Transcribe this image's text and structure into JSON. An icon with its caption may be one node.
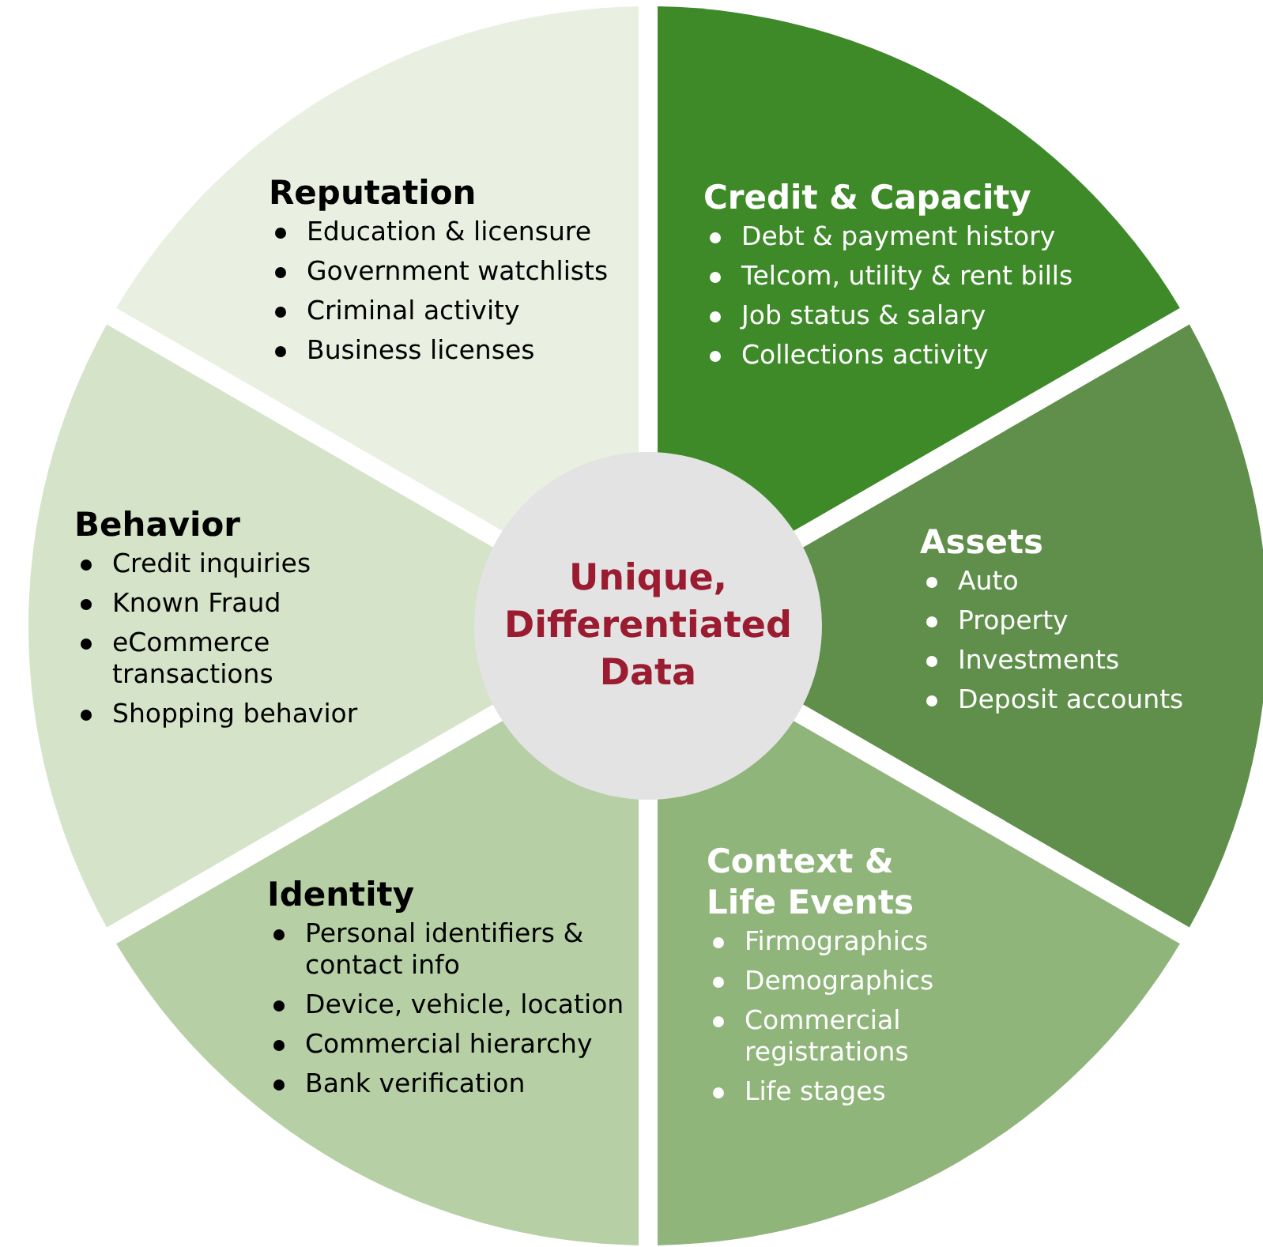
{
  "diagram": {
    "nodes": [
      {
        "text": [
          "Reputation",
          "Education & licensure",
          "Government watchlists",
          "Criminal activity",
          "Business licenses"
        ]
      },
      {
        "text": [
          "Credit & Capacity",
          "Debt & payment history",
          "Telcom, utility & rent bills",
          "Job status & salary",
          "Collections activity"
        ]
      },
      {
        "text": [
          "Behavior",
          "Credit inquiries",
          "Known Fraud",
          "eCommerce transactions",
          "Shopping behavior"
        ]
      },
      {
        "text": [
          "Unique, Differentiated Data"
        ]
      },
      {
        "text": [
          "Assets",
          "Auto",
          "Property",
          "Investments",
          "Deposit accounts"
        ]
      },
      {
        "text": [
          "Context & Life Events",
          "Firmographics",
          "Demographics",
          "Commercial registrations",
          "Life stages"
        ]
      },
      {
        "text": [
          "Identity",
          "Personal identifiers & contact info",
          "Device, vehicle, location",
          "Commercial hierarchy",
          "Bank verification"
        ]
      }
    ]
  }
}
